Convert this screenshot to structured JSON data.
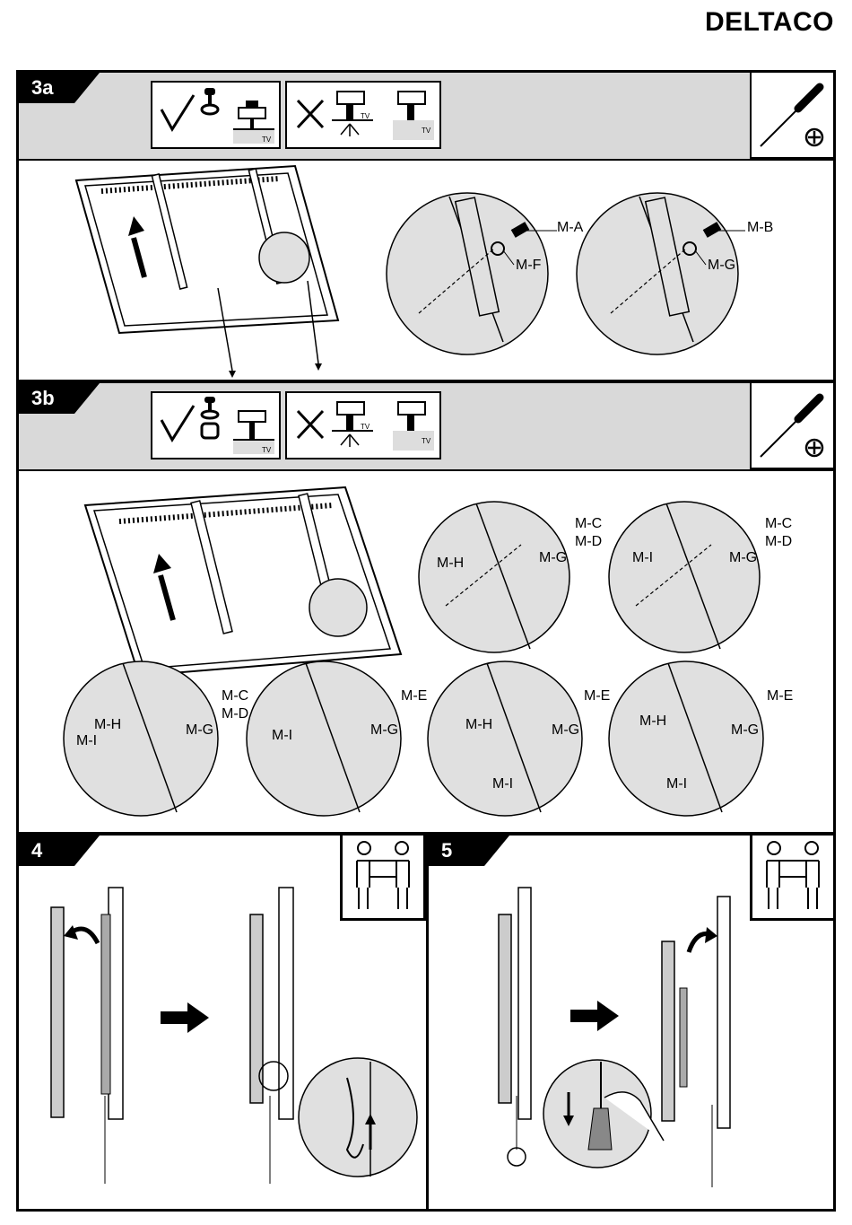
{
  "brand": "DELTACO",
  "steps": {
    "s3a": "3a",
    "s3b": "3b",
    "s4": "4",
    "s5": "5"
  },
  "tv_mark": "TV",
  "labels_3a": {
    "c1a": "M-A",
    "c1f": "M-F",
    "c2b": "M-B",
    "c2g": "M-G"
  },
  "labels_3b": {
    "c1": {
      "cd": "M-C",
      "dd": "M-D",
      "g": "M-G",
      "h": "M-H"
    },
    "c2": {
      "cd": "M-C",
      "dd": "M-D",
      "g": "M-G",
      "i": "M-I"
    },
    "c3": {
      "cd": "M-C",
      "dd": "M-D",
      "g": "M-G",
      "h": "M-H",
      "i": "M-I"
    },
    "c4": {
      "e": "M-E",
      "g": "M-G",
      "i": "M-I"
    },
    "c5": {
      "e": "M-E",
      "g": "M-G",
      "h": "M-H",
      "i": "M-I"
    },
    "c6": {
      "e": "M-E",
      "g": "M-G",
      "h": "M-H",
      "i": "M-I"
    }
  },
  "icons": [
    "check-icon",
    "cross-icon",
    "screwdriver-icon",
    "phillips-icon",
    "two-person-icon",
    "arrow-up-icon",
    "arrow-right-icon",
    "curved-arrow-icon",
    "arrow-down-icon"
  ]
}
